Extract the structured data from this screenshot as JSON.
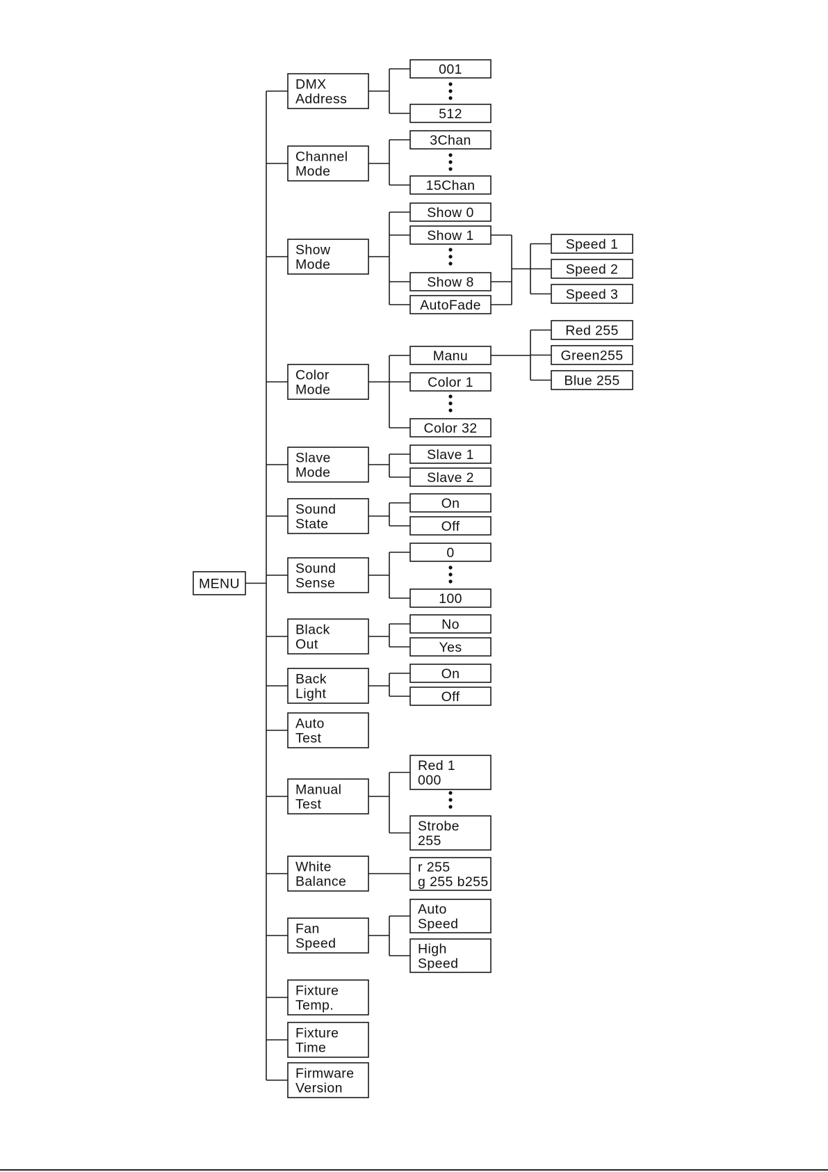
{
  "menu": {
    "root": "MENU",
    "items": [
      {
        "id": "dmx-address",
        "label": [
          "DMX",
          "Address"
        ],
        "options": [
          {
            "label": [
              "001"
            ]
          },
          {
            "dots": true
          },
          {
            "label": [
              "512"
            ]
          }
        ]
      },
      {
        "id": "channel-mode",
        "label": [
          "Channel",
          "Mode"
        ],
        "options": [
          {
            "label": [
              "3Chan"
            ]
          },
          {
            "dots": true
          },
          {
            "label": [
              "15Chan"
            ]
          }
        ]
      },
      {
        "id": "show-mode",
        "label": [
          "Show",
          "Mode"
        ],
        "options": [
          {
            "label": [
              "Show 0"
            ]
          },
          {
            "label": [
              "Show 1"
            ]
          },
          {
            "dots": true
          },
          {
            "label": [
              "Show 8"
            ]
          },
          {
            "label": [
              "AutoFade"
            ]
          }
        ],
        "sub_options": [
          "Speed 1",
          "Speed 2",
          "Speed 3"
        ]
      },
      {
        "id": "color-mode",
        "label": [
          "Color",
          "Mode"
        ],
        "options": [
          {
            "label": [
              "Manu"
            ]
          },
          {
            "label": [
              "Color 1"
            ]
          },
          {
            "dots": true
          },
          {
            "label": [
              "Color 32"
            ]
          }
        ],
        "sub_options": [
          "Red 255",
          "Green255",
          "Blue 255"
        ]
      },
      {
        "id": "slave-mode",
        "label": [
          "Slave",
          "Mode"
        ],
        "options": [
          {
            "label": [
              "Slave 1"
            ]
          },
          {
            "label": [
              "Slave 2"
            ]
          }
        ]
      },
      {
        "id": "sound-state",
        "label": [
          "Sound",
          "State"
        ],
        "options": [
          {
            "label": [
              "On"
            ]
          },
          {
            "label": [
              "Off"
            ]
          }
        ]
      },
      {
        "id": "sound-sense",
        "label": [
          "Sound",
          "Sense"
        ],
        "options": [
          {
            "label": [
              "0"
            ]
          },
          {
            "dots": true
          },
          {
            "label": [
              "100"
            ]
          }
        ]
      },
      {
        "id": "black-out",
        "label": [
          "Black",
          "Out"
        ],
        "options": [
          {
            "label": [
              "No"
            ]
          },
          {
            "label": [
              "Yes"
            ]
          }
        ]
      },
      {
        "id": "back-light",
        "label": [
          "Back",
          "Light"
        ],
        "options": [
          {
            "label": [
              "On"
            ]
          },
          {
            "label": [
              "Off"
            ]
          }
        ]
      },
      {
        "id": "auto-test",
        "label": [
          "Auto",
          "Test"
        ],
        "options": []
      },
      {
        "id": "manual-test",
        "label": [
          "Manual",
          "Test"
        ],
        "options": [
          {
            "label": [
              "Red 1",
              "000"
            ]
          },
          {
            "dots": true
          },
          {
            "label": [
              "Strobe",
              "255"
            ]
          }
        ]
      },
      {
        "id": "white-balance",
        "label": [
          "White",
          "Balance"
        ],
        "options": [
          {
            "label": [
              "r 255",
              "g 255  b255"
            ]
          }
        ]
      },
      {
        "id": "fan-speed",
        "label": [
          "Fan",
          "Speed"
        ],
        "options": [
          {
            "label": [
              "Auto",
              "Speed"
            ]
          },
          {
            "label": [
              "High",
              "Speed"
            ]
          }
        ]
      },
      {
        "id": "fixture-temp",
        "label": [
          "Fixture",
          "Temp."
        ],
        "options": []
      },
      {
        "id": "fixture-time",
        "label": [
          "Fixture",
          "Time"
        ],
        "options": []
      },
      {
        "id": "firmware-version",
        "label": [
          "Firmware",
          "Version"
        ],
        "options": []
      }
    ]
  }
}
